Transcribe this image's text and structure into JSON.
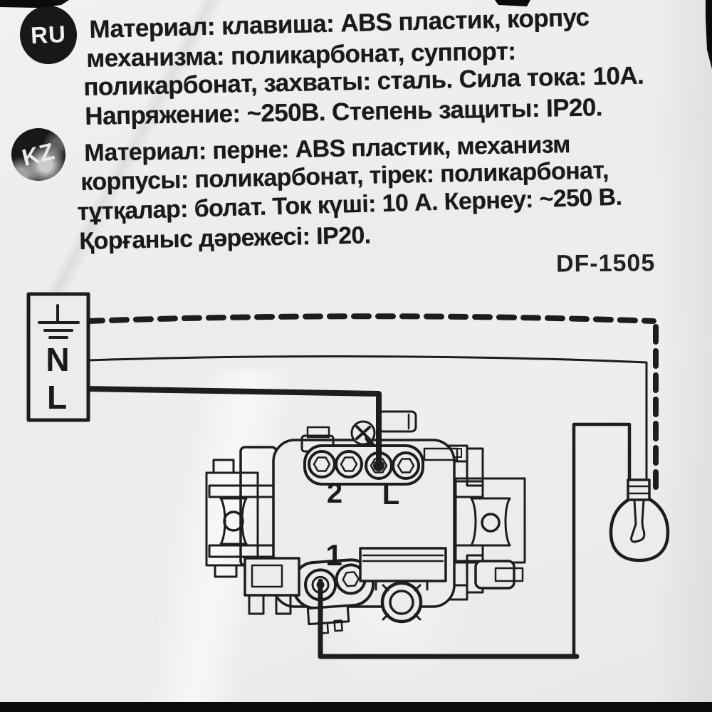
{
  "badges": {
    "ru": "RU",
    "kz": "KZ"
  },
  "spec_ru": {
    "lines": [
      "Материал: клавиша: ABS пластик, корпус",
      "механизма: поликарбонат, суппорт:",
      "поликарбонат, захваты: сталь. Сила тока: 10А.",
      "Напряжение: ~250В. Степень защиты: IP20."
    ]
  },
  "spec_kz": {
    "lines": [
      "Материал: перне: ABS пластик, механизм",
      "корпусы: поликарбонат, тірек: поликарбонат,",
      "тұтқалар: болат. Ток күші: 10 А. Кернеу: ~250 В.",
      "Қорғаныс дәрежесі: IP20."
    ]
  },
  "model": "DF-1505",
  "diagram": {
    "source_box": {
      "neutral_label": "N",
      "line_label": "L",
      "ground_icon": "earth-ground-icon"
    },
    "switch_labels": {
      "terminal_2": "2",
      "terminal_l": "L",
      "terminal_1": "1"
    },
    "icons": {
      "lamp": "incandescent-bulb-icon",
      "switch": "switch-mechanism-drawing"
    }
  },
  "colors": {
    "ink": "#1e1d1b",
    "bag": "#edecea",
    "edge_black": "#0b0b0a"
  }
}
